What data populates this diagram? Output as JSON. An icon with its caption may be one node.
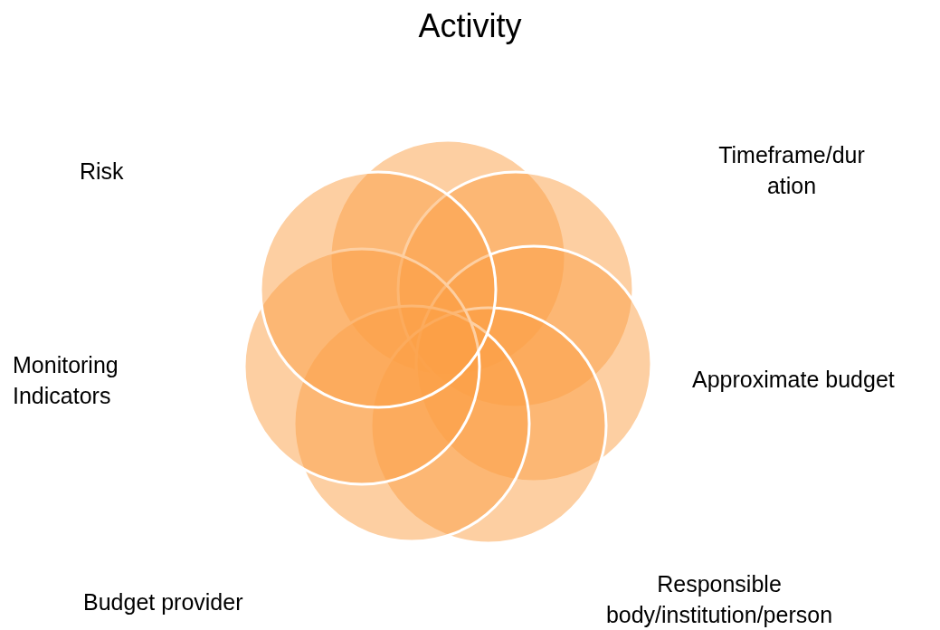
{
  "diagram": {
    "title": "Activity",
    "nodes": [
      {
        "text": [],
        "shape": "circle"
      },
      {
        "text": [],
        "shape": "circle"
      },
      {
        "text": [],
        "shape": "circle"
      },
      {
        "text": [],
        "shape": "circle"
      },
      {
        "text": [],
        "shape": "circle"
      },
      {
        "text": [],
        "shape": "circle"
      },
      {
        "text": [],
        "shape": "circle"
      }
    ],
    "labels": [
      "Risk",
      "Timeframe/dur ation",
      "Monitoring Indicators",
      "Approximate budget",
      "Budget provider",
      "Responsible body/institution/person"
    ]
  }
}
